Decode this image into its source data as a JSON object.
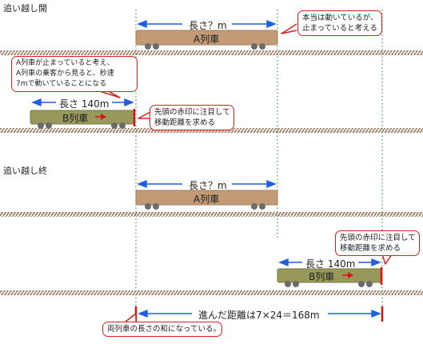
{
  "sections": {
    "start": "追い越し開",
    "end": "追い越し終"
  },
  "trains": {
    "a_name": "A列車",
    "b_name": "B列車",
    "a_length": "長さ？m",
    "b_length": "長さ 140m"
  },
  "callouts": {
    "actually_moving": [
      "本当は動いているが、",
      "止まっていると考える"
    ],
    "passenger_view": [
      "A列車が止まっていると考え、",
      "A列車の乗客から見ると、秒速",
      "7mで動いていることになる"
    ],
    "red_mark_1": [
      "先頭の赤印に注目して",
      "移動距離を求める"
    ],
    "red_mark_2": [
      "先頭の赤印に注目して",
      "移動距離を求める"
    ],
    "sum_of_lengths": "両列車の長さの和になっている。"
  },
  "distance_label": "進んだ距離は7×24＝168m",
  "colors": {
    "train_a": "#c39a76",
    "train_b": "#97995b",
    "track": "#a89080",
    "guide": "#3d9a3d",
    "arrow": "#1f5fe0",
    "mark": "#e01010"
  }
}
